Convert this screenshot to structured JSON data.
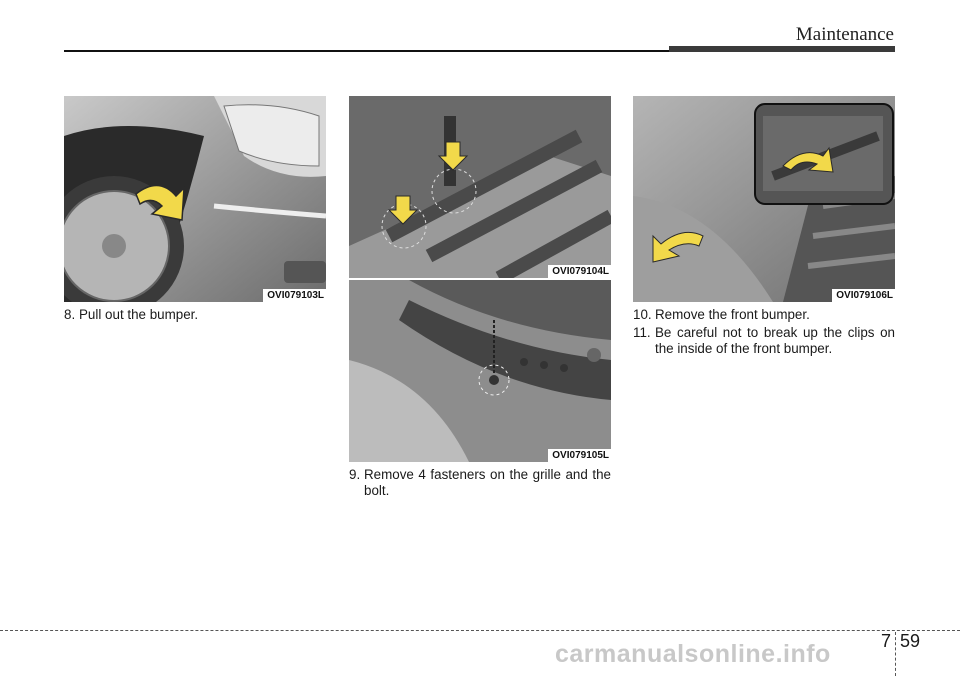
{
  "header": {
    "title": "Maintenance"
  },
  "figures": [
    {
      "code": "OVI079103L"
    },
    {
      "code": "OVI079104L"
    },
    {
      "code": "OVI079105L"
    },
    {
      "code": "OVI079106L"
    }
  ],
  "steps": [
    {
      "number": "8.",
      "text": "Pull out the bumper."
    },
    {
      "number": "9.",
      "text": "Remove 4 fasteners on the grille and the bolt."
    },
    {
      "number": "10.",
      "text": "Remove the front bumper."
    },
    {
      "number": "11.",
      "text": "Be careful not to break up the clips on the inside of the front bumper."
    }
  ],
  "footer": {
    "chapter": "7",
    "page": "59",
    "watermark": "carmanualsonline.info"
  },
  "colors": {
    "arrow": "#f2d94a",
    "arrow_stroke": "#2a2a2a"
  }
}
